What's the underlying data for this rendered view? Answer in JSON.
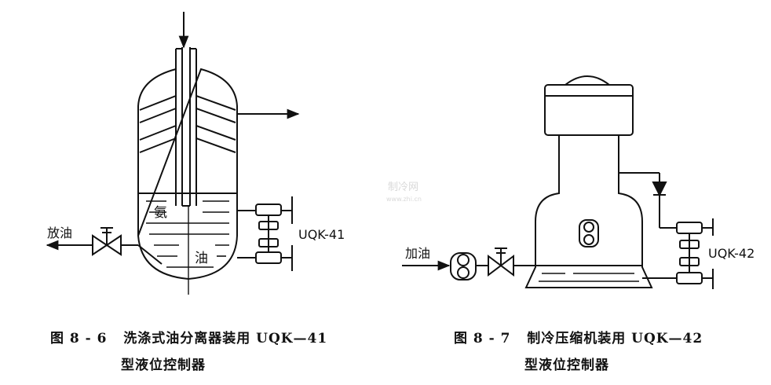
{
  "figure_left": {
    "labels": {
      "ammonia": "氨",
      "oil": "油",
      "drain_oil": "放油",
      "controller": "UQK-41"
    },
    "caption": {
      "number": "图 8 - 6",
      "line1": "洗涤式油分离器装用 UQK—41",
      "line2": "型液位控制器"
    }
  },
  "figure_right": {
    "labels": {
      "add_oil": "加油",
      "controller": "UQK-42"
    },
    "caption": {
      "number": "图 8 - 7",
      "line1": "制冷压缩机装用 UQK—42",
      "line2": "型液位控制器"
    }
  },
  "watermark": {
    "line1": "制冷网",
    "line2": "www.zhi.cn"
  }
}
